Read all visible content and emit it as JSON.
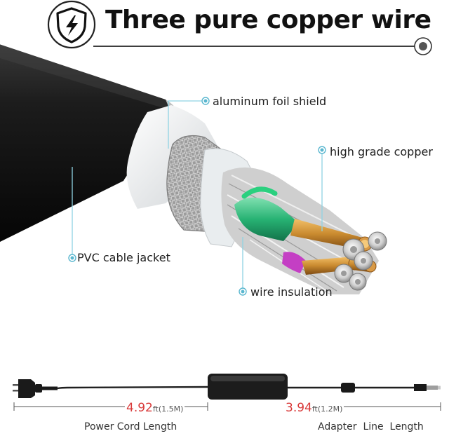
{
  "header": {
    "title": "Three pure copper wire",
    "badge_icon": "lightning-shield-icon",
    "end_icon": "target-dot-icon"
  },
  "callouts": {
    "shield": "aluminum foil shield",
    "copper": "high grade copper",
    "jacket": "PVC cable jacket",
    "insulation": "wire insulation"
  },
  "lengths": {
    "power_cord": {
      "value": "4.92",
      "unit": "ft(1.5M)",
      "caption": "Power Cord Length"
    },
    "adapter_line": {
      "value": "3.94",
      "unit": "ft(1.2M)",
      "caption": "Adapter  Line  Length"
    }
  },
  "colors": {
    "accent_red": "#d93a3a",
    "leader_teal": "#8fd3e3",
    "jacket": "#151515",
    "copper": "#c98a2f",
    "wire_green": "#27b273",
    "wire_magenta": "#c43fc4"
  }
}
